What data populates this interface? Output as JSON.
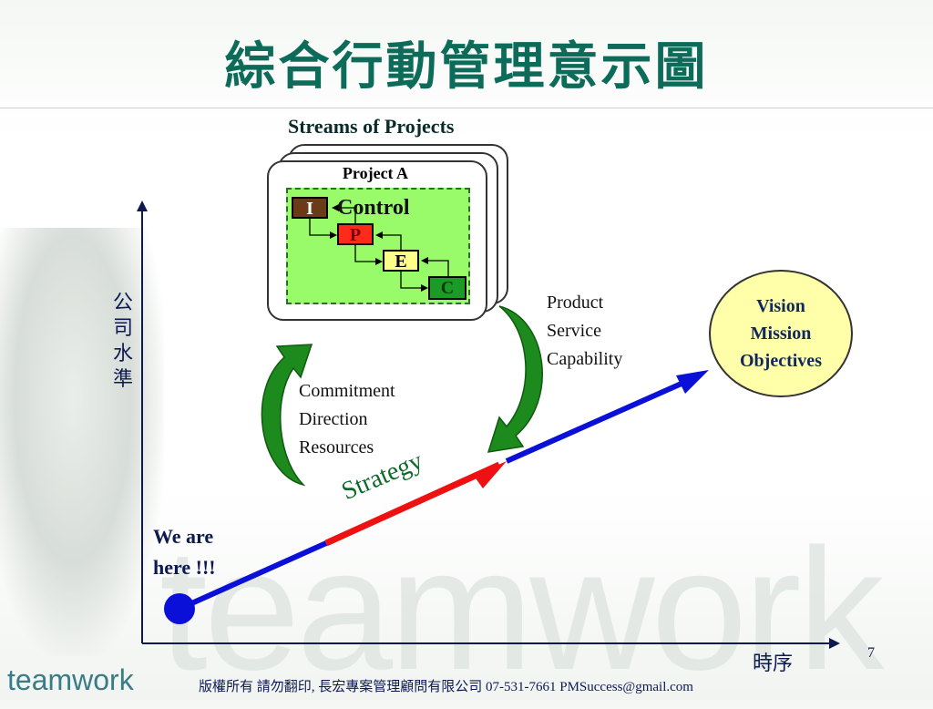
{
  "title": "綜合行動管理意示圖",
  "streams_title": "Streams of Projects",
  "project": {
    "title": "Project A",
    "control_label": "Control",
    "phases": {
      "i": "I",
      "p": "P",
      "e": "E",
      "c": "C"
    }
  },
  "inputs": [
    "Commitment",
    "Direction",
    "Resources"
  ],
  "outputs": [
    "Product",
    "Service",
    "Capability"
  ],
  "goal": [
    "Vision",
    "Mission",
    "Objectives"
  ],
  "start_label": [
    "We are",
    "here !!!"
  ],
  "strategy_label": "Strategy",
  "axes": {
    "y_label": [
      "公",
      "司",
      "水",
      "準"
    ],
    "x_label": "時序"
  },
  "page_number": "7",
  "footer": "版權所有 請勿翻印, 長宏專案管理顧問有限公司 07-531-7661 PMSuccess@gmail.com",
  "logo_text": "teamwork",
  "watermark_text": "teamwork",
  "colors": {
    "title": "#0d6b5a",
    "arrow_blue": "#0a10d8",
    "arrow_red": "#ee1111",
    "curve_green": "#1c8a1c",
    "goal_fill": "#ffffaa"
  }
}
